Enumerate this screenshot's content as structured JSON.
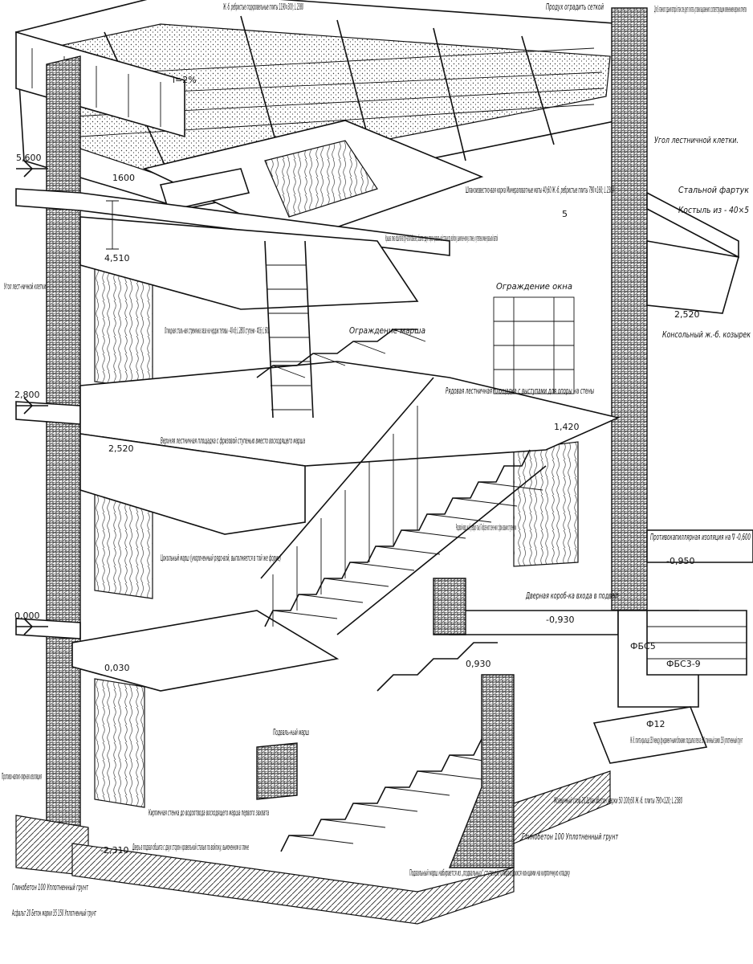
{
  "annotations": {
    "ribbed_slabs_top": "Ж.-б. ребристые подкровельные плиты 1190×300; L 2380",
    "vent": "Продух оградить сеткой",
    "three_storey": "Для 3-этажного здания второй этаж сле-дует считать условно выражения с соответствующим изменением верхних отметок",
    "slope": "i=2%",
    "corner_top_right": "Угол лестничной клетки.",
    "height_1600": "1600",
    "level_5600": "5,600",
    "slag_lime": "Шлакоизвестко-вая корка Минераловатные маты 40;60 Ж.-б. ребристые плиты 790×160; L 2380",
    "slag_num": "5",
    "steel_angle": "Стальной фартук",
    "crutch": "Костыль из - 40×5",
    "hatch_cover": "Крышка люка обшитая в бру-чатой обвязке; обшита с двух сторон кровель-ной сталью по войлоку, вымочен-ному в глине, и утеплено мине-ральной ватой",
    "corner_left": "Угол лест-ничной клетки",
    "level_4510": "4,510",
    "window_guard": "Ограждение окна",
    "level_2520": "2,520",
    "console_visor": "Консольный ж.-б. козырек",
    "folding_ladder": "Откидная сталь-ная стремянка лаза на чердак тетивы - 40×8; L 2800 ступени - Ф16; L 600",
    "flight_guard": "Ограждение марша",
    "row_landing": "Рядовая лестничная площадка с выступами для опоры на стены",
    "level_2800": "2,800",
    "level_1420": "1,420",
    "upper_landing": "Верхняя лестничная площадка с фризовой ступенью вместо восходящего марша",
    "level_2520b": "2,520",
    "plinth_flight": "Цокольный марш (укороченный рядо-вой, выполняется в той же форме)",
    "row_flight": "Рядовой марш ж.-б. ребрис-тый, П-образ-ного сече-ния с фри-зовыми ступенями",
    "capillary_right": "Противокапиллярная изоляция на ∇ -0,600",
    "level_m0950": "-0,950",
    "door_box": "Дверная короб-ка входа в подвал",
    "level_0000": "0,000",
    "level_m0930": "-0,930",
    "level_0030": "0,030",
    "level_0930": "0,930",
    "fbs5": "ФБС5",
    "fbs3_9": "ФБС3-9",
    "f12": "Ф12",
    "basement_flight": "Подваль-ный марш",
    "wing_slab": "Ж.-б. плита крыльца 150 между фундамент-ными блоками: подсыпка песка 300 глиняный замок 150 уплотненный грунт",
    "capillary_left": "Противо-капил-лярная изоляция",
    "brick_wall": "Кирпичная стенка до водоотвода восходящего марша первого захвата",
    "mosaic": "Мозаичный слой 20 Шлакобетон марки 50 100;60 Ж.-б. плиты 790×120; L 2380",
    "basement_door": "Дверь в подвал обшита с двух сторон кровельной сталью по войлоку, вымоченном в глине",
    "level_m2310": "-2,310",
    "clay_concrete_right": "Глинобетон 100 Уплотненный грунт",
    "clay_concrete_left": "Глинобетон 100 Уплотненный грунт",
    "basement_note": "Подвальный марш набирается из „подвальных“ ступеней, опирающихся концами на кирпичную кладку",
    "asphalt": "Асфальт 20 Бетон марки 35 150 Уплотненный грунт"
  }
}
